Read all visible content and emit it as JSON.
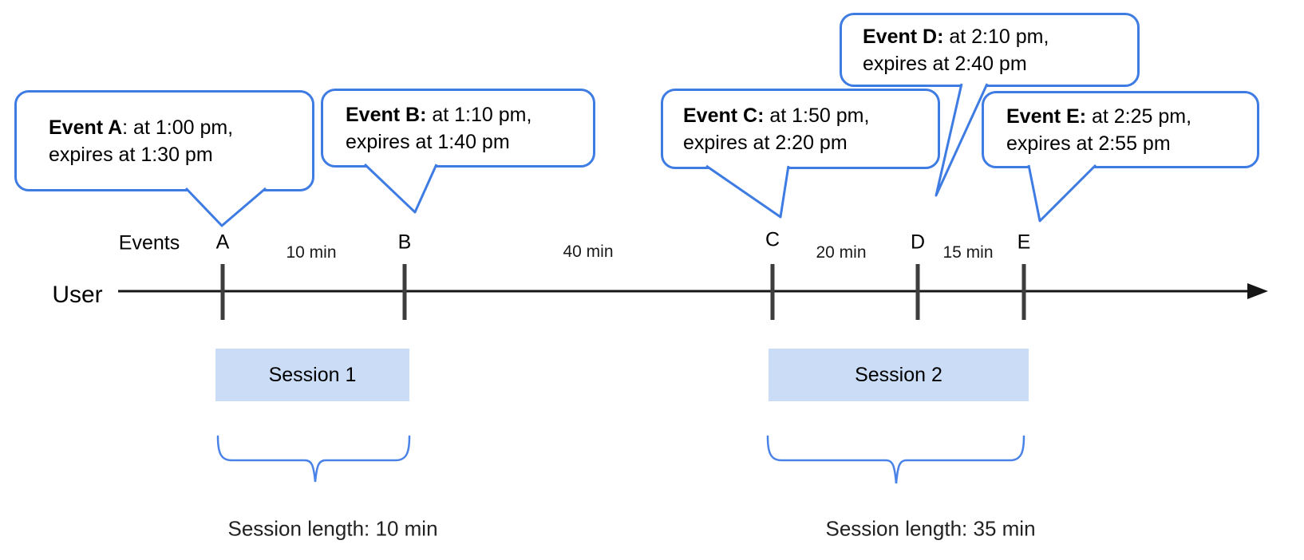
{
  "colors": {
    "accent_blue": "#3e7ce4",
    "brace_blue": "#4a83e8",
    "session_fill": "#cbdcf7",
    "tick_gray": "#3d3d3d",
    "axis_black": "#161616"
  },
  "axis": {
    "events_label": "Events",
    "user_label": "User"
  },
  "callouts": [
    {
      "event": "A",
      "bold": "Event A",
      "rest": ": at 1:00 pm,",
      "line2": "expires at 1:30 pm"
    },
    {
      "event": "B",
      "bold": "Event B:",
      "rest": " at 1:10 pm,",
      "line2": "expires at 1:40 pm"
    },
    {
      "event": "C",
      "bold": "Event C:",
      "rest": " at 1:50 pm,",
      "line2": "expires at 2:20 pm"
    },
    {
      "event": "D",
      "bold": "Event D:",
      "rest": " at 2:10 pm,",
      "line2": "expires at 2:40 pm"
    },
    {
      "event": "E",
      "bold": "Event E:",
      "rest": " at 2:25 pm,",
      "line2": "expires at 2:55 pm"
    }
  ],
  "ticks": [
    {
      "label": "A"
    },
    {
      "label": "B"
    },
    {
      "label": "C"
    },
    {
      "label": "D"
    },
    {
      "label": "E"
    }
  ],
  "intervals": [
    {
      "label": "10 min"
    },
    {
      "label": "40 min"
    },
    {
      "label": "20 min"
    },
    {
      "label": "15 min"
    }
  ],
  "sessions": [
    {
      "label": "Session 1",
      "length_label": "Session length: 10 min"
    },
    {
      "label": "Session 2",
      "length_label": "Session length: 35 min"
    }
  ]
}
